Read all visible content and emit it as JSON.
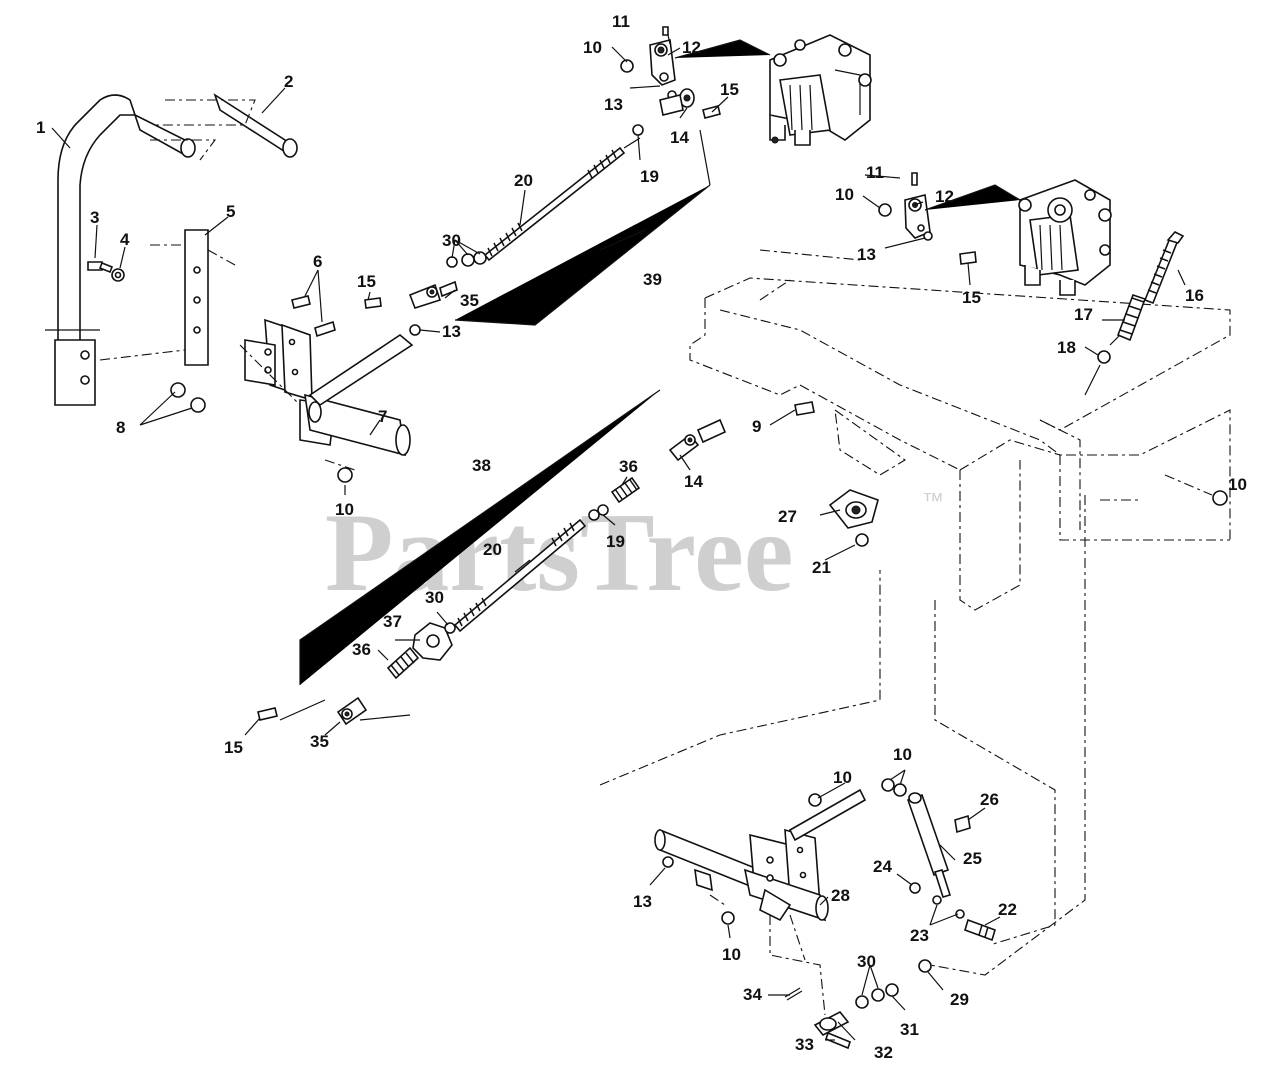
{
  "watermark": {
    "brand": "PartsTree",
    "trademark": "™"
  },
  "callouts": [
    {
      "id": "c1",
      "text": "1"
    },
    {
      "id": "c2",
      "text": "2"
    },
    {
      "id": "c3",
      "text": "3"
    },
    {
      "id": "c4",
      "text": "4"
    },
    {
      "id": "c5",
      "text": "5"
    },
    {
      "id": "c6",
      "text": "6"
    },
    {
      "id": "c7",
      "text": "7"
    },
    {
      "id": "c8",
      "text": "8"
    },
    {
      "id": "c9",
      "text": "9"
    },
    {
      "id": "c10a",
      "text": "10"
    },
    {
      "id": "c10b",
      "text": "10"
    },
    {
      "id": "c10c",
      "text": "10"
    },
    {
      "id": "c10d",
      "text": "10"
    },
    {
      "id": "c10e",
      "text": "10"
    },
    {
      "id": "c10f",
      "text": "10"
    },
    {
      "id": "c10g",
      "text": "10"
    },
    {
      "id": "c11a",
      "text": "11"
    },
    {
      "id": "c11b",
      "text": "11"
    },
    {
      "id": "c12a",
      "text": "12"
    },
    {
      "id": "c12b",
      "text": "12"
    },
    {
      "id": "c13a",
      "text": "13"
    },
    {
      "id": "c13b",
      "text": "13"
    },
    {
      "id": "c13c",
      "text": "13"
    },
    {
      "id": "c13d",
      "text": "13"
    },
    {
      "id": "c14a",
      "text": "14"
    },
    {
      "id": "c14b",
      "text": "14"
    },
    {
      "id": "c15a",
      "text": "15"
    },
    {
      "id": "c15b",
      "text": "15"
    },
    {
      "id": "c15c",
      "text": "15"
    },
    {
      "id": "c15d",
      "text": "15"
    },
    {
      "id": "c16",
      "text": "16"
    },
    {
      "id": "c17",
      "text": "17"
    },
    {
      "id": "c18",
      "text": "18"
    },
    {
      "id": "c19a",
      "text": "19"
    },
    {
      "id": "c19b",
      "text": "19"
    },
    {
      "id": "c20a",
      "text": "20"
    },
    {
      "id": "c20b",
      "text": "20"
    },
    {
      "id": "c21",
      "text": "21"
    },
    {
      "id": "c22",
      "text": "22"
    },
    {
      "id": "c23",
      "text": "23"
    },
    {
      "id": "c24",
      "text": "24"
    },
    {
      "id": "c25",
      "text": "25"
    },
    {
      "id": "c26",
      "text": "26"
    },
    {
      "id": "c27",
      "text": "27"
    },
    {
      "id": "c28",
      "text": "28"
    },
    {
      "id": "c29",
      "text": "29"
    },
    {
      "id": "c30a",
      "text": "30"
    },
    {
      "id": "c30b",
      "text": "30"
    },
    {
      "id": "c30c",
      "text": "30"
    },
    {
      "id": "c31",
      "text": "31"
    },
    {
      "id": "c32",
      "text": "32"
    },
    {
      "id": "c33",
      "text": "33"
    },
    {
      "id": "c34",
      "text": "34"
    },
    {
      "id": "c35a",
      "text": "35"
    },
    {
      "id": "c35b",
      "text": "35"
    },
    {
      "id": "c36a",
      "text": "36"
    },
    {
      "id": "c36b",
      "text": "36"
    },
    {
      "id": "c37",
      "text": "37"
    },
    {
      "id": "c38",
      "text": "38"
    },
    {
      "id": "c39",
      "text": "39"
    }
  ]
}
